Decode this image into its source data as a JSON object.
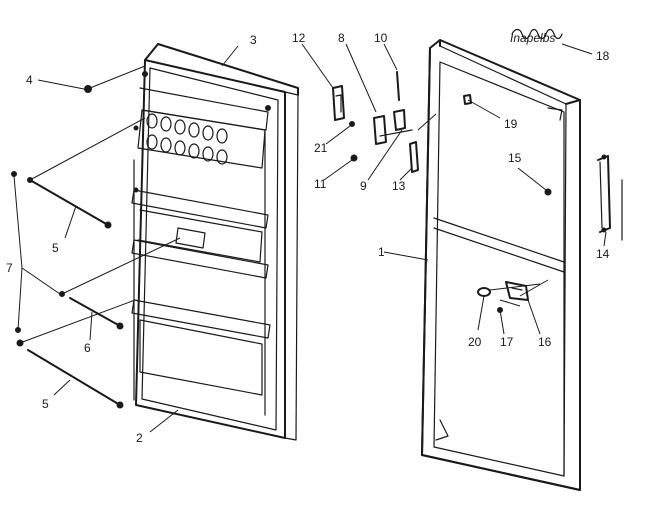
{
  "labels": {
    "l1": "1",
    "l2": "2",
    "l3": "3",
    "l4": "4",
    "l5a": "5",
    "l5b": "5",
    "l6": "6",
    "l7": "7",
    "l8": "8",
    "l9": "9",
    "l10": "10",
    "l11": "11",
    "l12": "12",
    "l13": "13",
    "l14": "14",
    "l15": "15",
    "l16": "16",
    "l17": "17",
    "l18": "18",
    "l19": "19",
    "l20": "20",
    "l21": "21"
  },
  "handwritten_note": "Inapelbs"
}
